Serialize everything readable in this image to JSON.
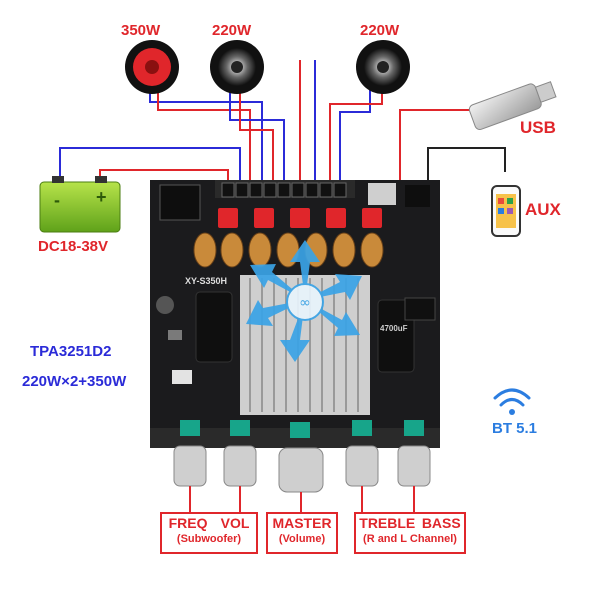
{
  "speakers": {
    "sub_label": "350W",
    "left_label": "220W",
    "right_label": "220W"
  },
  "power": {
    "label": "DC18-38V",
    "minus": "-",
    "plus": "+"
  },
  "usb_label": "USB",
  "aux_label": "AUX",
  "chip": {
    "model": "TPA3251D2",
    "power": "220W×2+350W"
  },
  "bluetooth": {
    "label": "BT 5.1"
  },
  "board": {
    "model": "XY-S350H",
    "cap_text": "4700uF"
  },
  "controls": {
    "freq": "FREQ",
    "vol": "VOL",
    "sub_caption": "(Subwoofer)",
    "master": "MASTER",
    "master_caption": "(Volume)",
    "treble": "TREBLE",
    "bass": "BASS",
    "treble_caption": "(R and L Channel)"
  },
  "colors": {
    "wire_red": "#e0262b",
    "wire_blue": "#2b2bd8",
    "board": "#1b1b1d",
    "fan": "#3aa3e6",
    "battery": "#8ac926"
  }
}
